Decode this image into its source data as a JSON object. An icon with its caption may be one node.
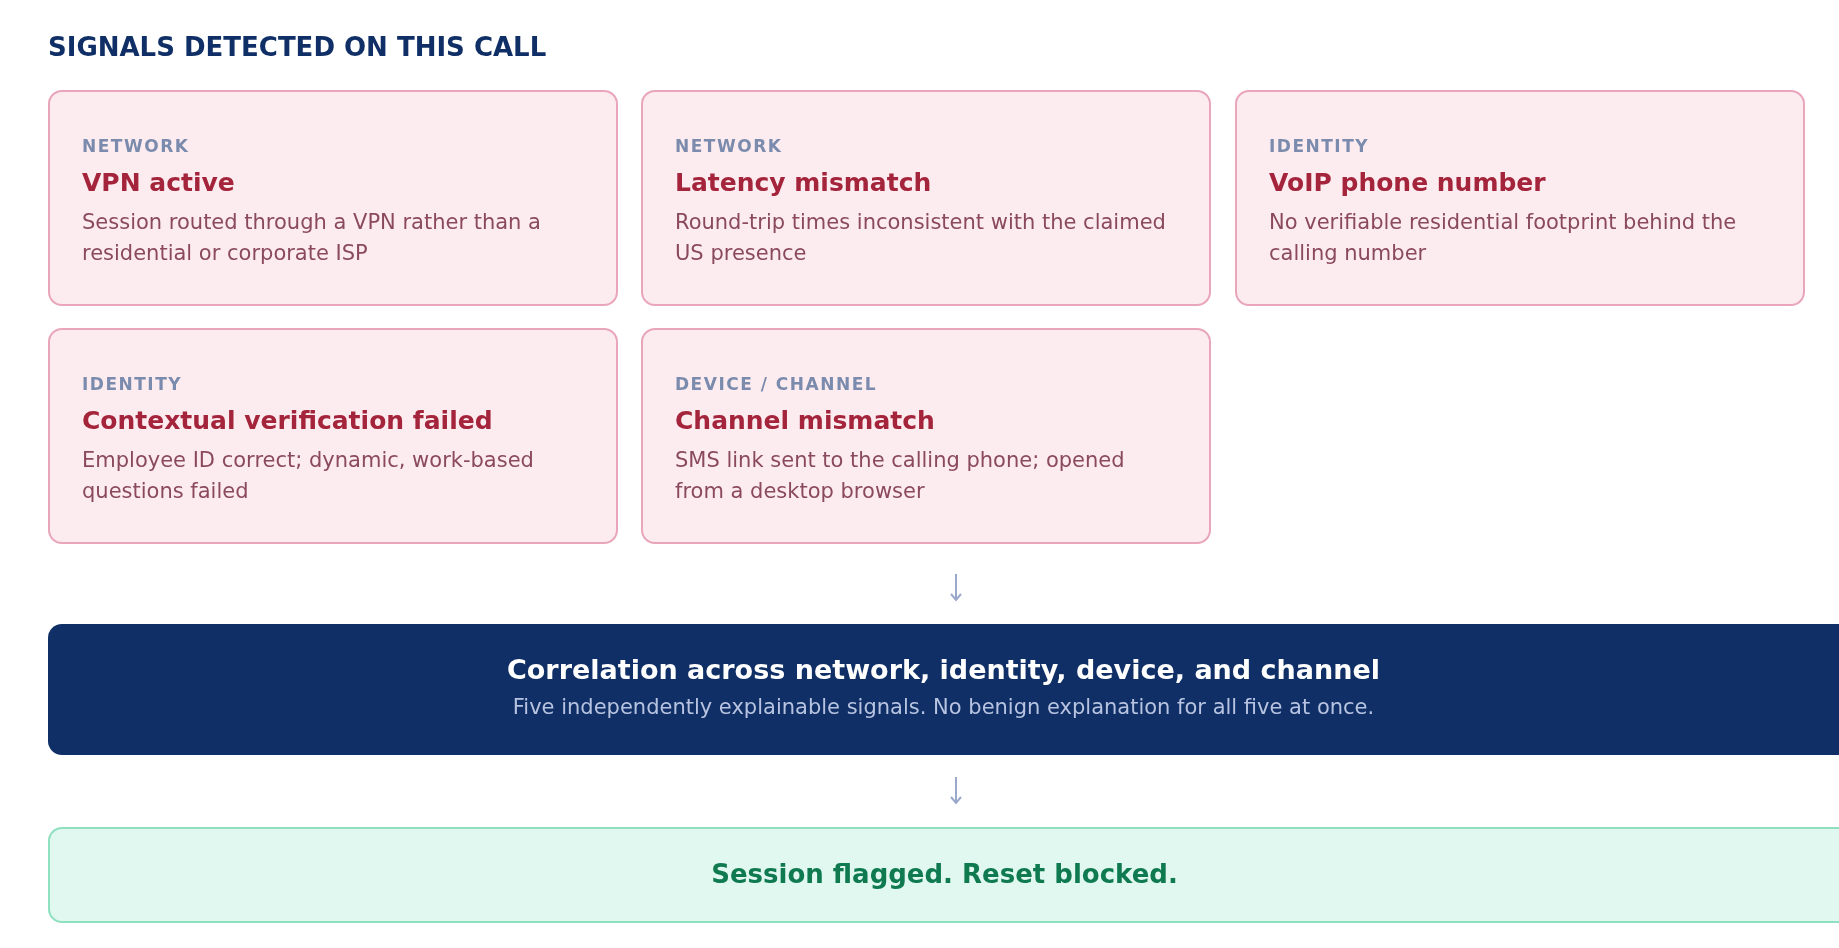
{
  "diagram": {
    "title": "SIGNALS DETECTED ON THIS CALL",
    "nodes": [
      {
        "text": [
          "NETWORK",
          "VPN active",
          "Session routed through a VPN rather than a residential or corporate ISP"
        ]
      },
      {
        "text": [
          "NETWORK",
          "Latency mismatch",
          "Round-trip times inconsistent with the claimed US presence"
        ]
      },
      {
        "text": [
          "IDENTITY",
          "VoIP phone number",
          "No verifiable residential footprint behind the calling number"
        ]
      },
      {
        "text": [
          "IDENTITY",
          "Contextual verification failed",
          "Employee ID correct; dynamic, work-based questions failed"
        ]
      },
      {
        "text": [
          "DEVICE / CHANNEL",
          "Channel mismatch",
          "SMS link sent to the calling phone; opened from a desktop browser"
        ]
      },
      {
        "text": [
          "Correlation across network, identity, device, and channel",
          "Five independently explainable signals. No benign explanation for all five at once."
        ]
      },
      {
        "text": [
          "Session flagged. Reset blocked."
        ]
      }
    ],
    "edges": [
      {
        "from": null,
        "to": 5,
        "arrow": "to"
      },
      {
        "from": 5,
        "to": 6,
        "arrow": "to"
      }
    ]
  }
}
